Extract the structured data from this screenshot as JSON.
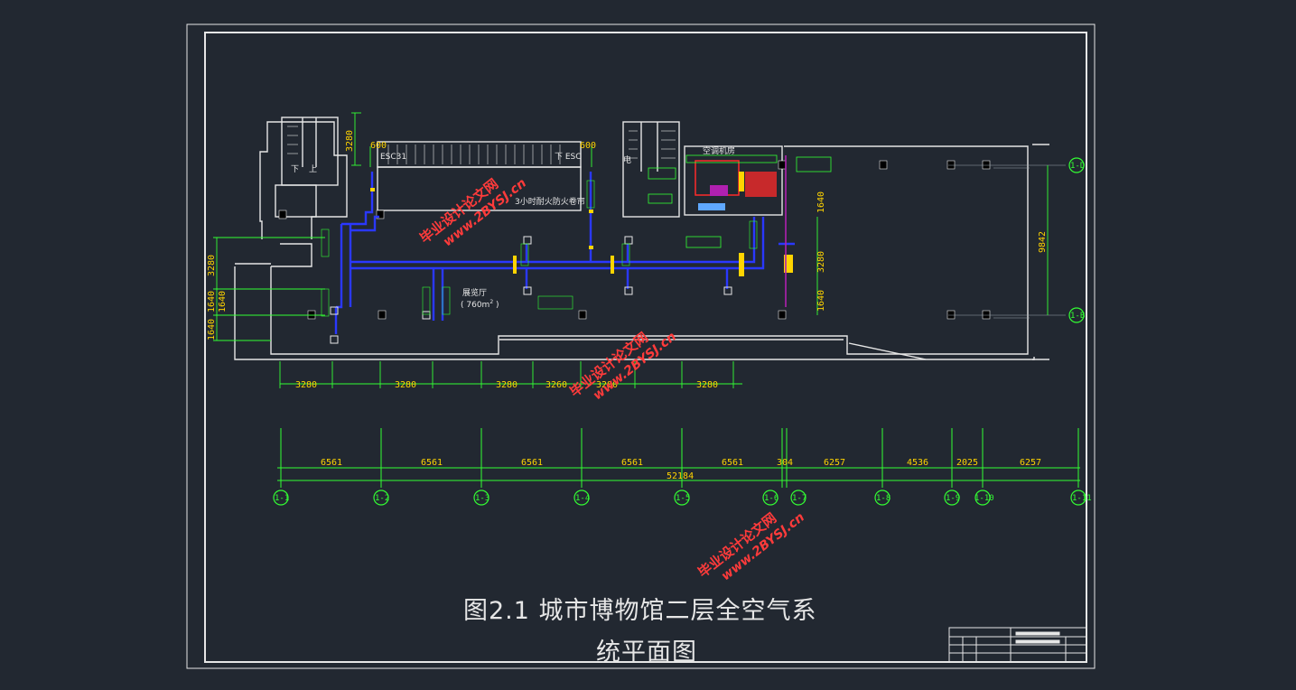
{
  "caption": {
    "line1": "图2.1  城市博物馆二层全空气系",
    "line2": "统平面图"
  },
  "plan_labels": {
    "hall_name": "展览厅",
    "hall_area": "( 760m",
    "hall_area_sup": "2",
    "hall_area_close": " )",
    "machine_room": "空调机房",
    "fire_shutter": "3小时耐火防火卷帘",
    "stair_down": "下",
    "stair_up": "上",
    "esc_left": "ESC31",
    "esc_right": "下 ESC",
    "elev": "电"
  },
  "vertical_dims": {
    "left": [
      "3280",
      "1640",
      "1640",
      "1640"
    ],
    "top_left": "3280",
    "right_main": "9842",
    "right_inner": [
      "1640",
      "3280",
      "1640"
    ]
  },
  "top_dims": [
    "600",
    "600"
  ],
  "lower_dims": [
    "3280",
    "3280",
    "3280",
    "3260",
    "3280",
    "3280"
  ],
  "axis_dims": [
    "6561",
    "6561",
    "6561",
    "6561",
    "6561",
    "304",
    "6257",
    "4536",
    "2025",
    "6257"
  ],
  "axis_total": "52184",
  "axis_labels": [
    "1-1",
    "1-2",
    "1-3",
    "1-4",
    "1-5",
    "1-6",
    "1-7",
    "1-8",
    "1-9",
    "1-10",
    "1-11"
  ],
  "row_axis_labels": [
    "1-D",
    "1-B"
  ],
  "watermark": {
    "cn": "毕业设计论文网",
    "url": "www.2BYSJ.cn"
  },
  "colors": {
    "background": "#222831",
    "wall": "#e6e6e6",
    "dimension": "#33ff33",
    "dimension_text": "#ffd400",
    "duct": "#2a38ff",
    "watermark": "#ff3b3b"
  }
}
